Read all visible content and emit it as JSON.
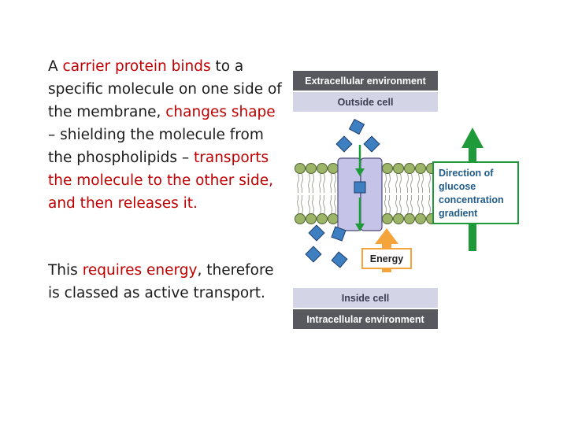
{
  "slide": {
    "paragraph1": [
      {
        "text": " A ",
        "highlight": false
      },
      {
        "text": "carrier protein binds",
        "highlight": true
      },
      {
        "text": " to a specific molecule on one side of the membrane, ",
        "highlight": false
      },
      {
        "text": "changes shape",
        "highlight": true
      },
      {
        "text": " – shielding the molecule from the phospholipids – ",
        "highlight": false
      },
      {
        "text": "transports the molecule to the other side, and then releases it.",
        "highlight": true
      }
    ],
    "paragraph2": [
      {
        "text": "This ",
        "highlight": false
      },
      {
        "text": "requires energy",
        "highlight": true
      },
      {
        "text": ", therefore is classed as active transport.",
        "highlight": false
      }
    ]
  },
  "diagram": {
    "extracellular_label": "Extracellular environment",
    "outside_label": "Outside cell",
    "gradient_label_lines": [
      "Direction of",
      "glucose",
      "concentration",
      "gradient"
    ],
    "energy_label": "Energy",
    "inside_label": "Inside cell",
    "intracellular_label": "Intracellular environment",
    "colors": {
      "header_bar": "#57595f",
      "sub_bar": "#d3d5e6",
      "protein": "#c5c3e8",
      "phospholipid_head": "#9cb569",
      "molecule": "#3e7fc1",
      "gradient_arrow": "#1f9a3a",
      "energy_arrow": "#f5a43b",
      "gradient_text": "#1f5c8a",
      "highlight_text": "#c00000"
    }
  }
}
